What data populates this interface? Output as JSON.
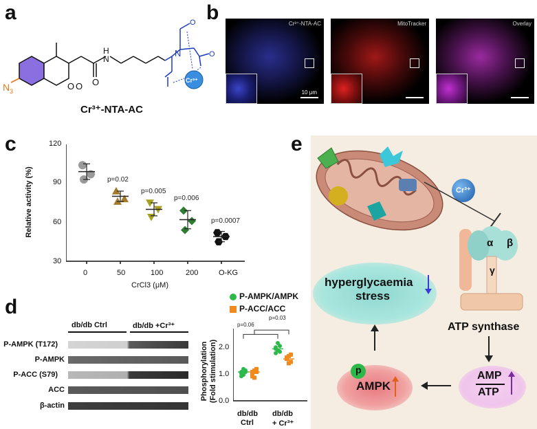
{
  "panels": {
    "a": {
      "letter": "a",
      "compound_name": "Cr³⁺-NTA-AC",
      "azide_label": "N",
      "azide_sub": "3",
      "amide_label": "H",
      "amine_n": "N",
      "n_label": "N",
      "o_labels": [
        "O",
        "O",
        "O",
        "O",
        "O"
      ],
      "metal_label": "Cr³⁺",
      "colors": {
        "coumarin": "#8a6fe0",
        "linker": "#1a3bbf",
        "azide": "#e07a1a",
        "metal": "#3a8ee0"
      }
    },
    "b": {
      "letter": "b",
      "images": [
        {
          "label": "Cr³⁺-NTA-AC",
          "channel": "blue",
          "scalebar_label": "10 μm"
        },
        {
          "label": "MitoTracker",
          "channel": "red",
          "scalebar_label": ""
        },
        {
          "label": "Overlay",
          "channel": "magenta",
          "scalebar_label": ""
        }
      ]
    },
    "c": {
      "letter": "c"
    },
    "d": {
      "letter": "d",
      "group_headers": [
        "db/db Ctrl",
        "db/db +Cr³⁺"
      ],
      "blot_rows": [
        "P-AMPK (T172)",
        "P-AMPK",
        "P-ACC (S79)",
        "ACC",
        "β-actin"
      ],
      "legend": [
        {
          "label": "P-AMPK/AMPK",
          "color": "#2db84a"
        },
        {
          "label": "P-ACC/ACC",
          "color": "#f08a1e"
        }
      ],
      "pvals": [
        "p=0.06",
        "p=0.03"
      ]
    },
    "e": {
      "letter": "e",
      "metal": "Cr³⁺",
      "stress_line1": "hyperglycaemia",
      "stress_line2": "stress",
      "atp_synthase_label": "ATP synthase",
      "subunits": {
        "alpha": "α",
        "beta": "β",
        "gamma": "γ"
      },
      "amp": "AMP",
      "atp": "ATP",
      "ampk": "AMPK",
      "p_label": "p",
      "background": "#f5ede1"
    }
  },
  "chart_data": [
    {
      "type": "scatter",
      "panel": "c",
      "categories": [
        "0",
        "50",
        "100",
        "200",
        "O-KG"
      ],
      "xlabel": "CrCl3 (μM)",
      "ylabel": "Relative activity (%)",
      "ylim": [
        30,
        120
      ],
      "yticks": [
        30,
        60,
        90,
        120
      ],
      "series": [
        {
          "marker": "circle",
          "color": "#9a9a9a",
          "points": [
            104,
            97,
            93
          ],
          "mean": 99,
          "err": 6
        },
        {
          "marker": "triangle",
          "color": "#a37a2a",
          "points": [
            84,
            78,
            76
          ],
          "mean": 80,
          "err": 4,
          "pval": "p=0.02"
        },
        {
          "marker": "triangle-down",
          "color": "#a8a020",
          "points": [
            75,
            70,
            64
          ],
          "mean": 70,
          "err": 5,
          "pval": "p=0.005"
        },
        {
          "marker": "diamond",
          "color": "#2e7d32",
          "points": [
            69,
            61,
            54
          ],
          "mean": 62,
          "err": 7,
          "pval": "p=0.006"
        },
        {
          "marker": "hexagon",
          "color": "#111111",
          "points": [
            52,
            49,
            45
          ],
          "mean": 49,
          "err": 4,
          "pval": "p=0.0007"
        }
      ]
    },
    {
      "type": "scatter",
      "panel": "d",
      "categories": [
        "db/db Ctrl",
        "db/db + Cr³⁺"
      ],
      "cat_line1": [
        "db/db",
        "db/db"
      ],
      "cat_line2": [
        "Ctrl",
        "+ Cr³⁺"
      ],
      "ylabel": "Phosphorylation (Fold stimulation)",
      "ylabel_line1": "Phosphorylation",
      "ylabel_line2": "(Fold stimulation)",
      "ylim": [
        0,
        2.5
      ],
      "yticks": [
        "0.0",
        "1.0",
        "2.0"
      ],
      "series": [
        {
          "name": "P-AMPK/AMPK",
          "color": "#2db84a",
          "groups": [
            [
              1.0,
              0.9,
              1.05,
              0.85,
              1.1,
              1.0,
              0.95
            ],
            [
              1.8,
              2.0,
              1.7,
              1.85,
              1.75,
              1.9,
              1.65
            ]
          ],
          "means": [
            1.0,
            1.8
          ]
        },
        {
          "name": "P-ACC/ACC",
          "color": "#f08a1e",
          "groups": [
            [
              1.0,
              0.8,
              1.1,
              0.9,
              1.05,
              1.0,
              0.85
            ],
            [
              1.5,
              1.3,
              1.6,
              1.45,
              1.55,
              1.35,
              1.5
            ]
          ],
          "means": [
            1.0,
            1.45
          ]
        }
      ]
    }
  ]
}
